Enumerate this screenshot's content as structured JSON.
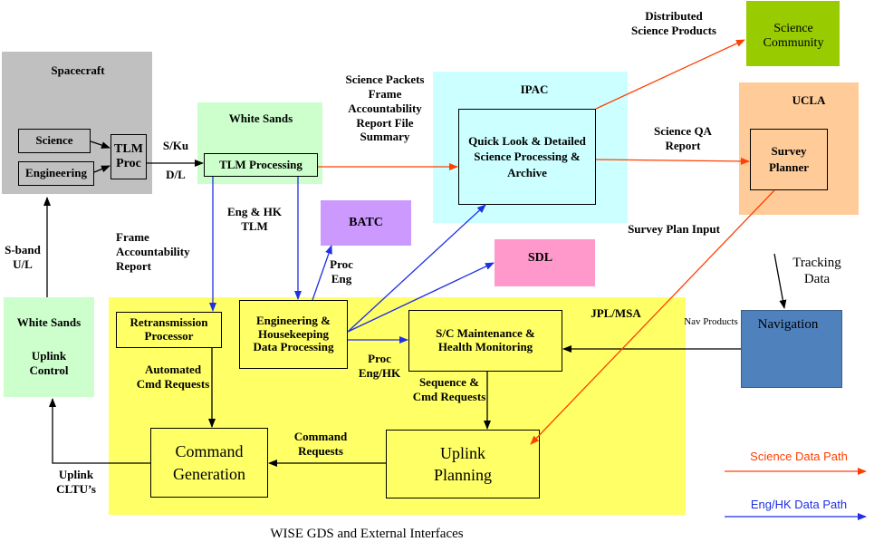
{
  "caption": "WISE GDS and External Interfaces",
  "colors": {
    "science_path": "#ff4000",
    "eng_path": "#1f2fe6"
  },
  "regions": {
    "spacecraft": "Spacecraft",
    "white_sands_top": "White Sands",
    "ipac": "IPAC",
    "ucla": "UCLA",
    "science_community": "Science Community",
    "batc": "BATC",
    "sdl": "SDL",
    "jpl_msa": "JPL/MSA",
    "white_sands_uplink": "White Sands",
    "uplink_control": "Uplink Control",
    "navigation": "Navigation"
  },
  "boxes": {
    "science": "Science",
    "engineering": "Engineering",
    "tlm_proc": "TLM Proc",
    "tlm_processing": "TLM Processing",
    "quick_look": "Quick Look & Detailed Science Processing & Archive",
    "survey_planner": "Survey Planner",
    "retransmission": "Retransmission Processor",
    "eng_hk": "Engineering & Housekeeping Data Processing",
    "sc_maintenance": "S/C Maintenance & Health Monitoring",
    "command_generation": "Command Generation",
    "uplink_planning": "Uplink Planning"
  },
  "labels": {
    "s_ku": "S/Ku",
    "d_l": "D/L",
    "s_band_ul": "S-band U/L",
    "distributed_science_products": "Distributed Science Products",
    "science_packets": "Science Packets Frame Accountability Report File Summary",
    "science_qa_report": "Science QA Report",
    "eng_hk_tlm": "Eng & HK TLM",
    "frame_accountability_report": "Frame Accountability Report",
    "survey_plan_input": "Survey Plan Input",
    "proc_eng_top": "Proc Eng",
    "tracking_data": "Tracking Data",
    "nav_products": "Nav Products",
    "proc_eng_hk": "Proc Eng/HK",
    "automated_cmd_requests": "Automated Cmd Requests",
    "sequence_cmd_requests": "Sequence & Cmd Requests",
    "command_requests": "Command Requests",
    "uplink_cltus": "Uplink CLTU’s"
  },
  "legend": {
    "science": "Science Data Path",
    "eng": "Eng/HK Data Path"
  }
}
